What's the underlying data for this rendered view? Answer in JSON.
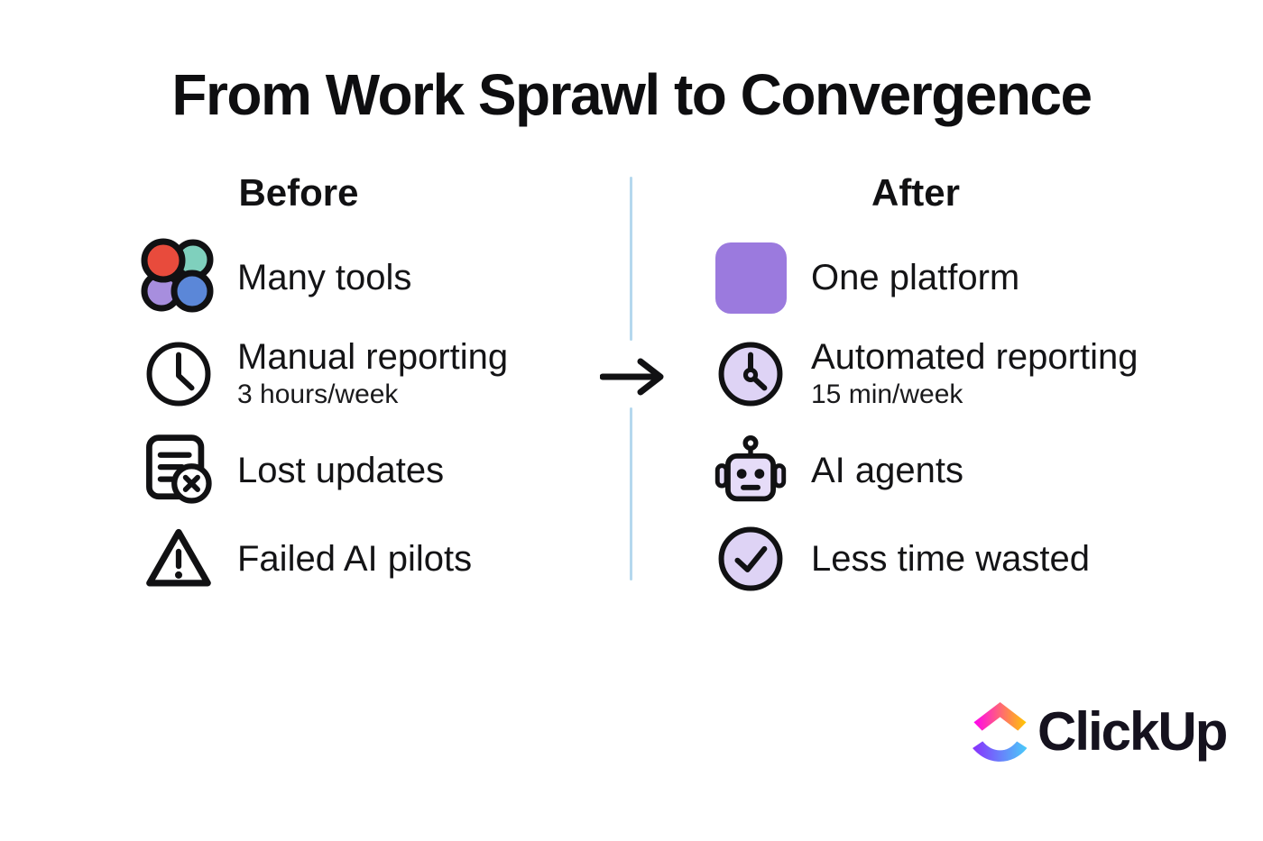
{
  "title": "From Work Sprawl to Convergence",
  "before": {
    "header": "Before",
    "items": [
      {
        "icon": "many-tools-icon",
        "label": "Many tools"
      },
      {
        "icon": "clock-icon",
        "label": "Manual reporting",
        "sublabel": "3 hours/week"
      },
      {
        "icon": "lost-document-icon",
        "label": "Lost updates"
      },
      {
        "icon": "warning-triangle-icon",
        "label": "Failed AI pilots"
      }
    ]
  },
  "after": {
    "header": "After",
    "items": [
      {
        "icon": "platform-square-icon",
        "label": "One platform"
      },
      {
        "icon": "clock-filled-icon",
        "label": "Automated reporting",
        "sublabel": "15 min/week"
      },
      {
        "icon": "robot-icon",
        "label": "AI agents"
      },
      {
        "icon": "check-circle-icon",
        "label": "Less time wasted"
      }
    ]
  },
  "transition": {
    "icon": "right-arrow-icon"
  },
  "logo": {
    "brand": "ClickUp",
    "icon": "clickup-logo-icon"
  },
  "colors": {
    "background": "#ffffff",
    "text": "#111113",
    "divider_blue": "#b5d8ee",
    "accent_purple": "#9b7ade",
    "icon_fill_lavender": "#ded3f5",
    "tool_red": "#e84b3c",
    "tool_teal": "#7fd0bd",
    "tool_purple": "#a78ede",
    "tool_blue": "#5b87d8",
    "logo_gradient_top_start": "#ff02f0",
    "logo_gradient_top_end": "#ffc800",
    "logo_gradient_bottom_start": "#8930fd",
    "logo_gradient_bottom_end": "#49ccf9"
  }
}
